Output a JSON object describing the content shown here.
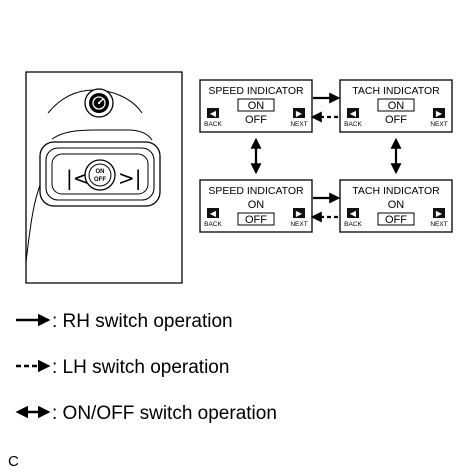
{
  "displays": {
    "speed_on": {
      "title": "SPEED INDICATOR",
      "on": "ON",
      "off": "OFF",
      "back": "BACK",
      "next": "NEXT",
      "boxed": "on"
    },
    "tach_on": {
      "title": "TACH INDICATOR",
      "on": "ON",
      "off": "OFF",
      "back": "BACK",
      "next": "NEXT",
      "boxed": "on"
    },
    "speed_off": {
      "title": "SPEED INDICATOR",
      "on": "ON",
      "off": "OFF",
      "back": "BACK",
      "next": "NEXT",
      "boxed": "off"
    },
    "tach_off": {
      "title": "TACH INDICATOR",
      "on": "ON",
      "off": "OFF",
      "back": "BACK",
      "next": "NEXT",
      "boxed": "off"
    }
  },
  "switch_panel": {
    "left_symbol": "|<",
    "right_symbol": ">|",
    "center_top": "ON",
    "center_bottom": "OFF"
  },
  "legend": [
    {
      "symbol": "solid-arrow-right",
      "text": ": RH switch operation"
    },
    {
      "symbol": "dashed-arrow-right",
      "text": ": LH switch operation"
    },
    {
      "symbol": "double-arrow",
      "text": ": ON/OFF switch operation"
    }
  ],
  "footer": {
    "code": "C"
  },
  "colors": {
    "ink": "#000000",
    "panel_bg": "#ffffff",
    "button_fill": "#111111"
  }
}
